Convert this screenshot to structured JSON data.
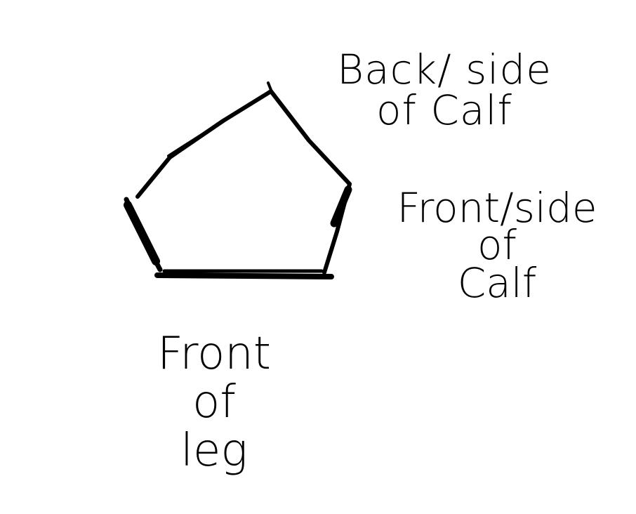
{
  "labels": {
    "back_side": [
      "Back/ side",
      "of Calf"
    ],
    "front_side": [
      "Front/side",
      "of",
      "Calf"
    ],
    "front_leg": [
      "Front",
      "of",
      "leg"
    ]
  },
  "colors": {
    "ink": "#000000",
    "background": "#ffffff"
  }
}
